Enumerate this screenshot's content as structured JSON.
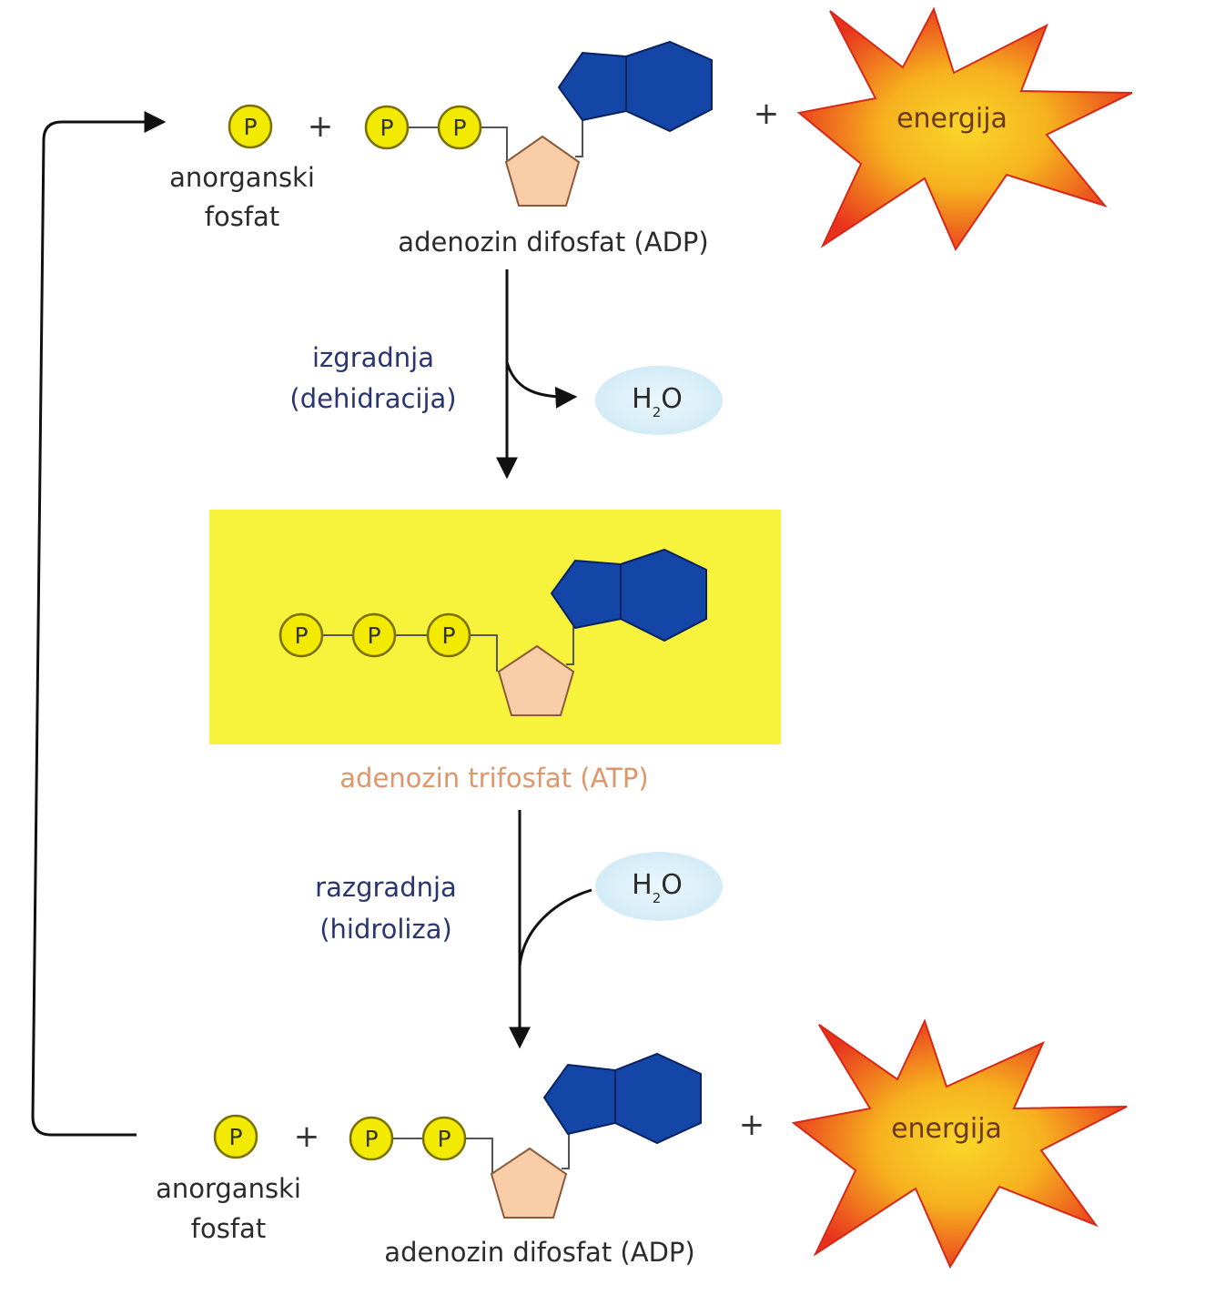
{
  "colors": {
    "phosphate_fill": "#f2ea00",
    "phosphate_stroke": "#7a7000",
    "ribose_fill": "#f8cda8",
    "adenine_fill": "#1446a8",
    "adenine_stroke": "#0a2260",
    "atp_box": "#f7f23c",
    "water_fill": "#dcf0f9",
    "energy_outer": "#e8321e",
    "energy_inner": "#f8c420"
  },
  "phosphate_symbol": "P",
  "plus_sign": "+",
  "top": {
    "inorganic_label_line1": "anorganski",
    "inorganic_label_line2": "fosfat",
    "adp_label": "adenozin difosfat (ADP)",
    "energy_label": "energija"
  },
  "synthesis": {
    "label_line1": "izgradnja",
    "label_line2": "(dehidracija)",
    "water_main": "H",
    "water_sub": "2",
    "water_tail": "O"
  },
  "atp": {
    "label": "adenozin trifosfat (ATP)"
  },
  "hydrolysis": {
    "label_line1": "razgradnja",
    "label_line2": "(hidroliza)",
    "water_main": "H",
    "water_sub": "2",
    "water_tail": "O"
  },
  "bottom": {
    "inorganic_label_line1": "anorganski",
    "inorganic_label_line2": "fosfat",
    "adp_label": "adenozin difosfat (ADP)",
    "energy_label": "energija"
  }
}
